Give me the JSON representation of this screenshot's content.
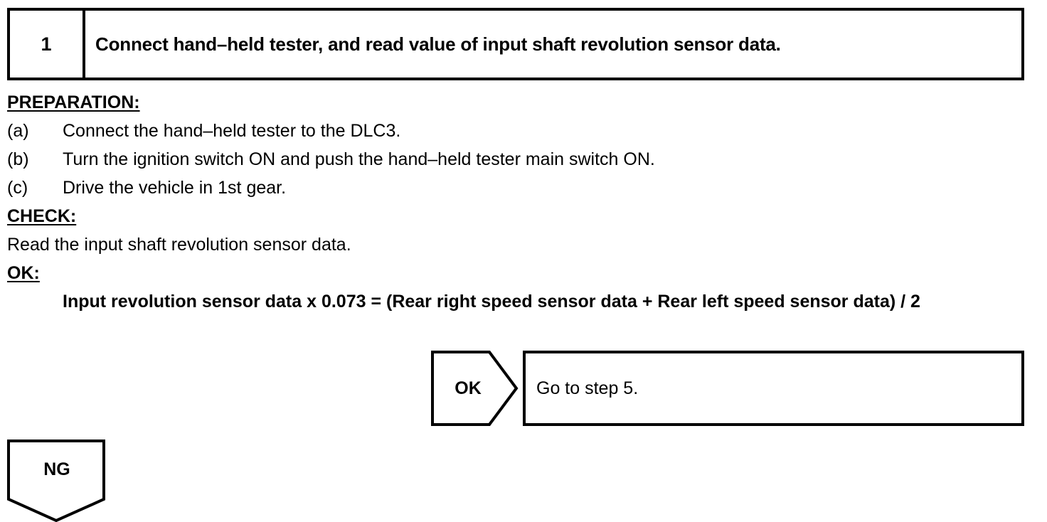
{
  "step": {
    "number": "1",
    "title": "Connect hand–held tester, and read value of input shaft revolution sensor data."
  },
  "sections": {
    "preparation_heading": "PREPARATION:",
    "preparation_items": [
      {
        "marker": "(a)",
        "text": "Connect the hand–held tester to the DLC3."
      },
      {
        "marker": "(b)",
        "text": "Turn the ignition switch ON and push the hand–held tester main switch ON."
      },
      {
        "marker": "(c)",
        "text": "Drive the vehicle in 1st gear."
      }
    ],
    "check_heading": "CHECK:",
    "check_text": "Read the input shaft revolution sensor data.",
    "ok_heading": "OK:",
    "ok_result": "Input revolution sensor data x 0.073 = (Rear right speed sensor data + Rear left speed sensor data) / 2"
  },
  "flow": {
    "ok_label": "OK",
    "ok_action": "Go to step 5.",
    "ng_label": "NG"
  },
  "colors": {
    "ink": "#000000",
    "paper": "#ffffff"
  }
}
